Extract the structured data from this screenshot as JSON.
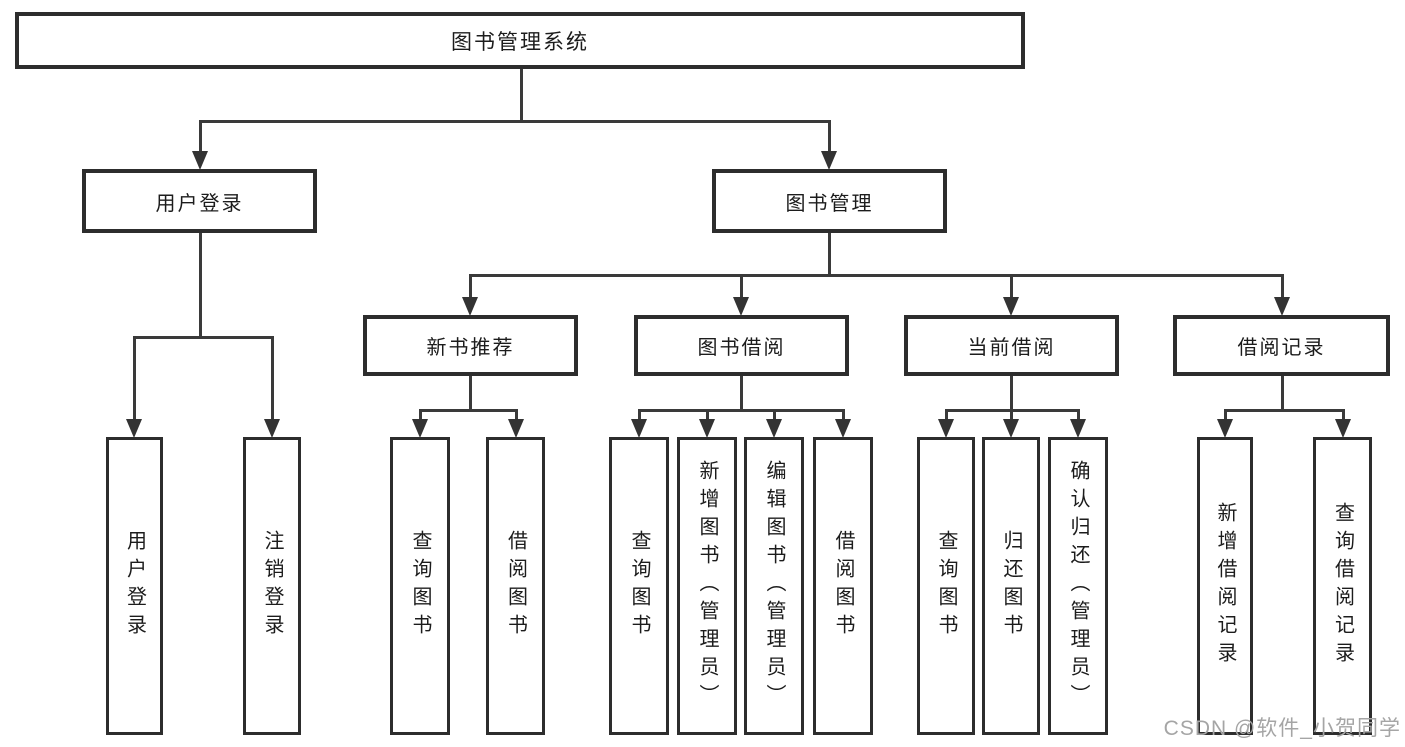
{
  "diagram": {
    "title": "图书管理系统",
    "watermark": "CSDN @软件_小贺同学",
    "colors": {
      "background": "#ffffff",
      "box_border": "#2d2d2d",
      "connector_line": "#3a3a3a",
      "arrowhead": "#333333",
      "text": "#1c1c1c",
      "watermark_text": "#a5a5a5"
    },
    "nodes": [
      {
        "id": "root",
        "label": "图书管理系统",
        "parent": null,
        "orientation": "horizontal"
      },
      {
        "id": "user-login",
        "label": "用户登录",
        "parent": "root",
        "orientation": "horizontal"
      },
      {
        "id": "book-management",
        "label": "图书管理",
        "parent": "root",
        "orientation": "horizontal"
      },
      {
        "id": "new-book-recommend",
        "label": "新书推荐",
        "parent": "book-management",
        "orientation": "horizontal"
      },
      {
        "id": "book-borrowing",
        "label": "图书借阅",
        "parent": "book-management",
        "orientation": "horizontal"
      },
      {
        "id": "current-borrowing",
        "label": "当前借阅",
        "parent": "book-management",
        "orientation": "horizontal"
      },
      {
        "id": "borrowing-records",
        "label": "借阅记录",
        "parent": "book-management",
        "orientation": "horizontal"
      },
      {
        "id": "user-login-leaf",
        "label": "用户登录",
        "parent": "user-login",
        "orientation": "vertical"
      },
      {
        "id": "logout-leaf",
        "label": "注销登录",
        "parent": "user-login",
        "orientation": "vertical"
      },
      {
        "id": "recommend-query-books",
        "label": "查询图书",
        "parent": "new-book-recommend",
        "orientation": "vertical"
      },
      {
        "id": "recommend-borrow-books",
        "label": "借阅图书",
        "parent": "new-book-recommend",
        "orientation": "vertical"
      },
      {
        "id": "borrow-query-books",
        "label": "查询图书",
        "parent": "book-borrowing",
        "orientation": "vertical"
      },
      {
        "id": "borrow-add-books",
        "label": "新增图书（管理员）",
        "parent": "book-borrowing",
        "orientation": "vertical"
      },
      {
        "id": "borrow-edit-books",
        "label": "编辑图书（管理员）",
        "parent": "book-borrowing",
        "orientation": "vertical"
      },
      {
        "id": "borrow-borrow-books",
        "label": "借阅图书",
        "parent": "book-borrowing",
        "orientation": "vertical"
      },
      {
        "id": "current-query-books",
        "label": "查询图书",
        "parent": "current-borrowing",
        "orientation": "vertical"
      },
      {
        "id": "current-return-books",
        "label": "归还图书",
        "parent": "current-borrowing",
        "orientation": "vertical"
      },
      {
        "id": "current-confirm-return",
        "label": "确认归还（管理员）",
        "parent": "current-borrowing",
        "orientation": "vertical"
      },
      {
        "id": "records-add-record",
        "label": "新增借阅记录",
        "parent": "borrowing-records",
        "orientation": "vertical"
      },
      {
        "id": "records-query-record",
        "label": "查询借阅记录",
        "parent": "borrowing-records",
        "orientation": "vertical"
      }
    ]
  }
}
